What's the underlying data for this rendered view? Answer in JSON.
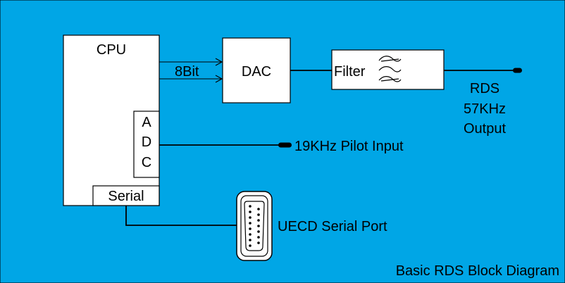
{
  "diagram": {
    "background_color": "#00A6E6",
    "block_fill": "#ffffff",
    "line_color": "#000000",
    "blocks": {
      "cpu": "CPU",
      "dac": "DAC",
      "filter": "Filter",
      "serial": "Serial",
      "adc": [
        "A",
        "D",
        "C"
      ]
    },
    "labels": {
      "bus": "8Bit",
      "pilot": "19KHz Pilot Input",
      "output": [
        "RDS",
        "57KHz",
        "Output"
      ],
      "serial_port": "UECD Serial Port",
      "caption": "Basic RDS Block Diagram"
    },
    "icons": {
      "filter": "bandpass-filter-icon",
      "connector": "db25-serial-connector-icon",
      "plug": "plug-connector-icon"
    }
  }
}
